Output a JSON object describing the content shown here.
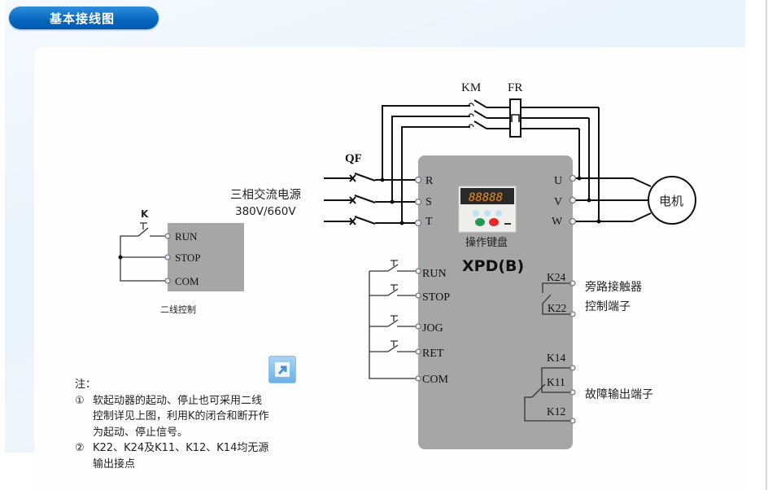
{
  "page": {
    "section_title": "基本接线图"
  },
  "diagram": {
    "main_unit": {
      "model": "XPD(B)",
      "keypad_label": "操作键盘",
      "display_digits": "88888",
      "keypad_buttons": [
        "RUN",
        "STOP"
      ],
      "input_terminals": [
        "R",
        "S",
        "T"
      ],
      "output_terminals": [
        "U",
        "V",
        "W"
      ],
      "control_terminals": [
        "RUN",
        "STOP",
        "JOG",
        "RET",
        "COM"
      ],
      "bypass_terminals": [
        "K24",
        "K22"
      ],
      "fault_terminals": [
        "K14",
        "K11",
        "K12"
      ]
    },
    "labels": {
      "contactor": "KM",
      "thermal_relay": "FR",
      "breaker": "QF",
      "power_line1": "三相交流电源",
      "power_line2": "380V/660V",
      "motor": "电机",
      "bypass_line1": "旁路接触器",
      "bypass_line2": "控制端子",
      "fault_output": "故障输出端子"
    },
    "two_wire": {
      "switch_label": "K",
      "terminals": [
        "RUN",
        "STOP",
        "COM"
      ],
      "caption": "二线控制"
    },
    "colors": {
      "unit_gray": "#a6a6a6",
      "terminal_fill": "#dcebf6",
      "title_blue": "#0a68c0"
    }
  },
  "notes": {
    "heading": "注：",
    "items": [
      {
        "num": "①",
        "lines": [
          "软起动器的起动、停止也可采用二线",
          "控制详见上图，利用K的闭合和断开作",
          "为起动、停止信号。"
        ]
      },
      {
        "num": "②",
        "lines": [
          "K22、K24及K11、K12、K14均无源",
          "输出接点"
        ]
      }
    ]
  },
  "controls": {
    "expand_icon": "expand-icon"
  }
}
